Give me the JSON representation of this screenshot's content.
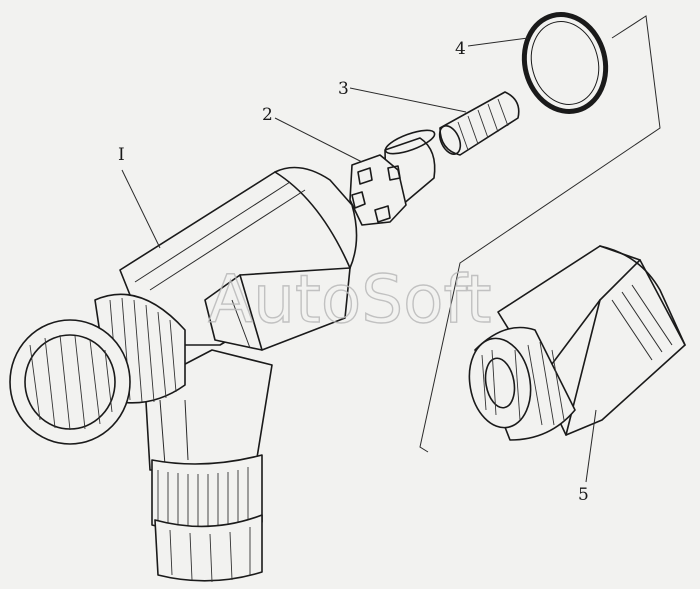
{
  "callouts": [
    {
      "id": "part-1",
      "label": "I"
    },
    {
      "id": "part-2",
      "label": "2"
    },
    {
      "id": "part-3",
      "label": "3"
    },
    {
      "id": "part-4",
      "label": "4"
    },
    {
      "id": "part-5",
      "label": "5"
    }
  ],
  "watermark": "AutoSoft",
  "colors": {
    "ink": "#1a1a1a",
    "paper": "#f2f2f0",
    "watermark": "#b9b9b9"
  }
}
